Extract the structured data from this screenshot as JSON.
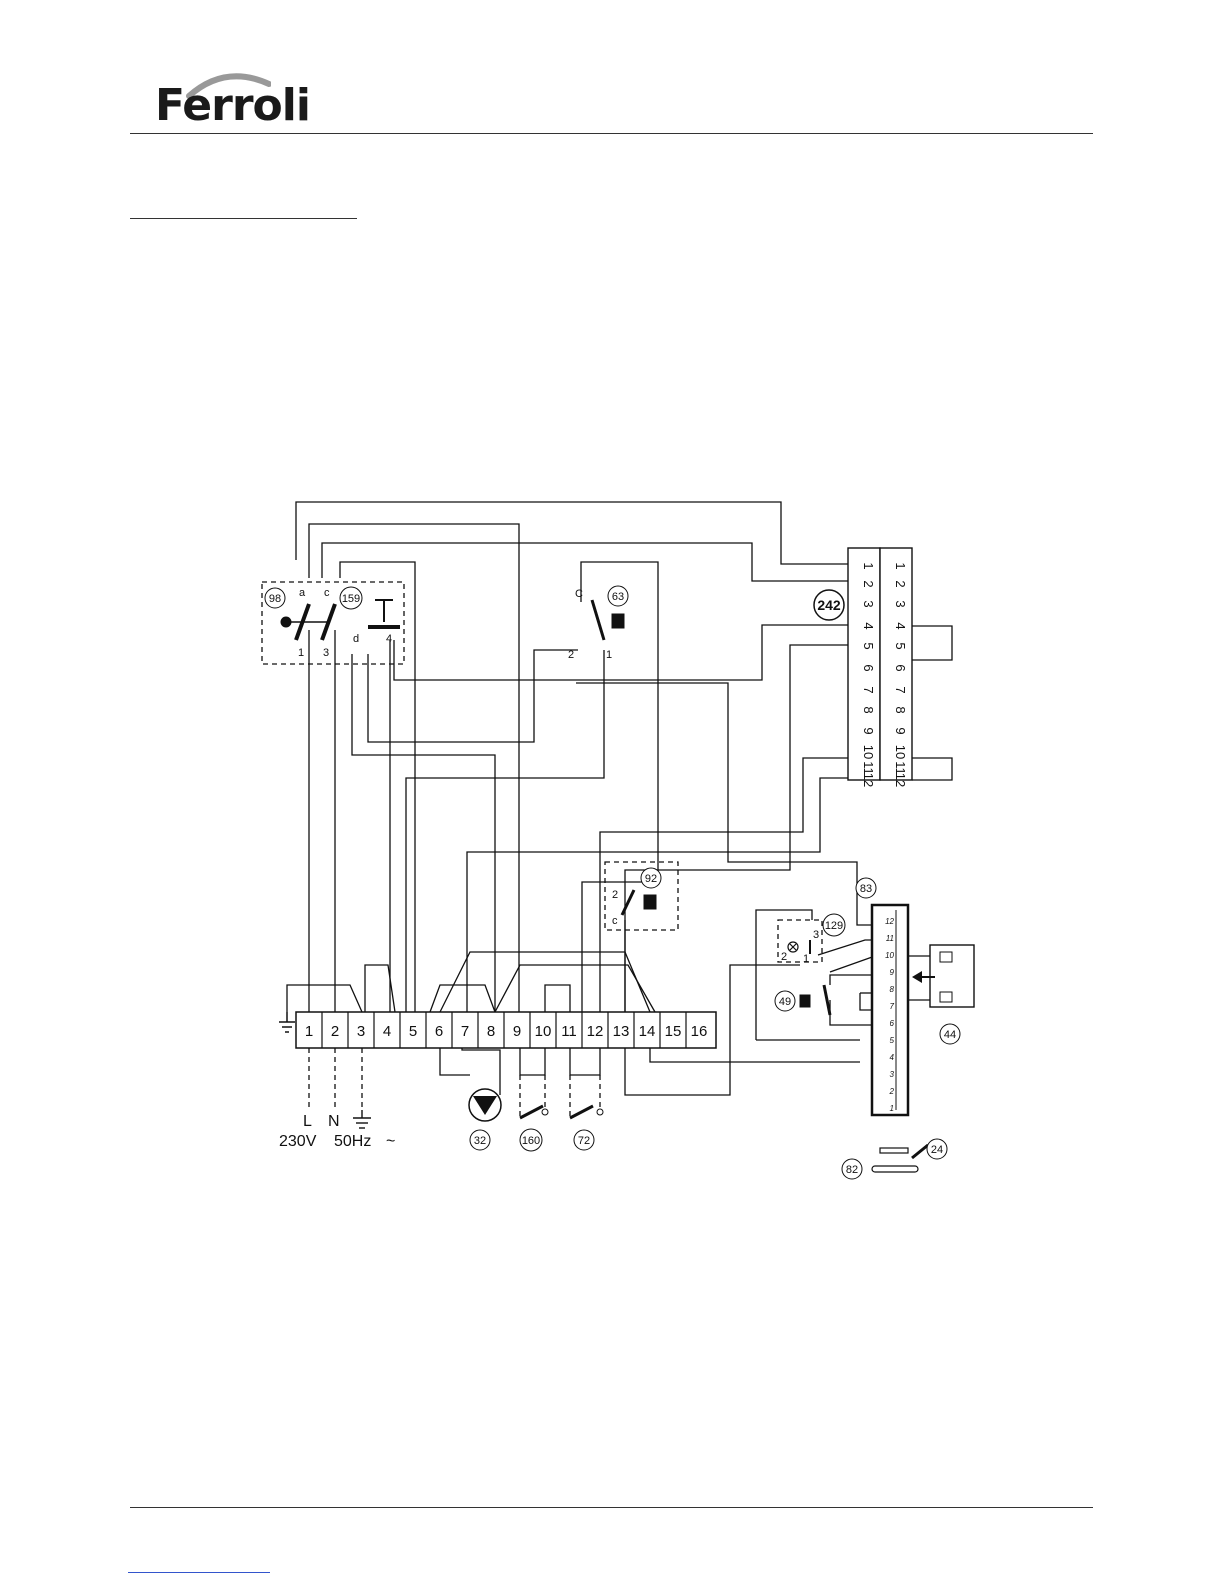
{
  "header": {
    "logo_text": "Ferroli"
  },
  "diagram": {
    "components": {
      "c98": "98",
      "c159": "159",
      "c63": "63",
      "c242": "242",
      "c92": "92",
      "c83": "83",
      "c129": "129",
      "c49": "49",
      "c44": "44",
      "c32": "32",
      "c160": "160",
      "c72": "72",
      "c24": "24",
      "c82": "82"
    },
    "terminals": [
      "1",
      "2",
      "3",
      "4",
      "5",
      "6",
      "7",
      "8",
      "9",
      "10",
      "11",
      "12",
      "13",
      "14",
      "15",
      "16"
    ],
    "connector_pins": [
      "1",
      "2",
      "3",
      "4",
      "5",
      "6",
      "7",
      "8",
      "9",
      "10",
      "11",
      "12"
    ],
    "board_pins": [
      "12",
      "11",
      "10",
      "9",
      "8",
      "7",
      "6",
      "5",
      "4",
      "3",
      "2",
      "1"
    ],
    "switch_labels": {
      "a": "a",
      "c": "c",
      "d": "d",
      "n1": "1",
      "n3": "3",
      "n4": "4",
      "c63": "C",
      "n63_2": "2",
      "n63_1": "1",
      "n92_2": "2",
      "n92_c": "c",
      "n129_3": "3",
      "n129_2": "2",
      "n129_1": "1"
    },
    "supply": {
      "L": "L",
      "N": "N",
      "voltage": "230V",
      "frequency": "50Hz",
      "ac": "~"
    }
  }
}
